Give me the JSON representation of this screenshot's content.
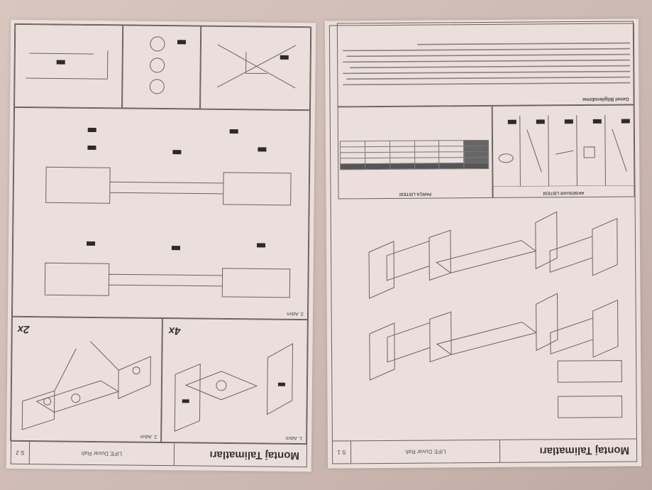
{
  "left_page": {
    "title": "Montaj Talimatları",
    "product": "LIFE Duvar Rafı",
    "page_no": "S 2",
    "steps": [
      {
        "label": "1. Adım",
        "count": "4x"
      },
      {
        "label": "2. Adım",
        "count": "2x"
      },
      {
        "label": "3. Adım"
      }
    ]
  },
  "right_page": {
    "title": "Montaj Talimatları",
    "product": "LIFE Duvar Rafı",
    "page_no": "S 1",
    "accessory_list_title": "AKSESUAR LİSTESİ",
    "part_list_title": "PARÇA LİSTESİ",
    "notes_title": "Genel Bilgilendirme"
  }
}
